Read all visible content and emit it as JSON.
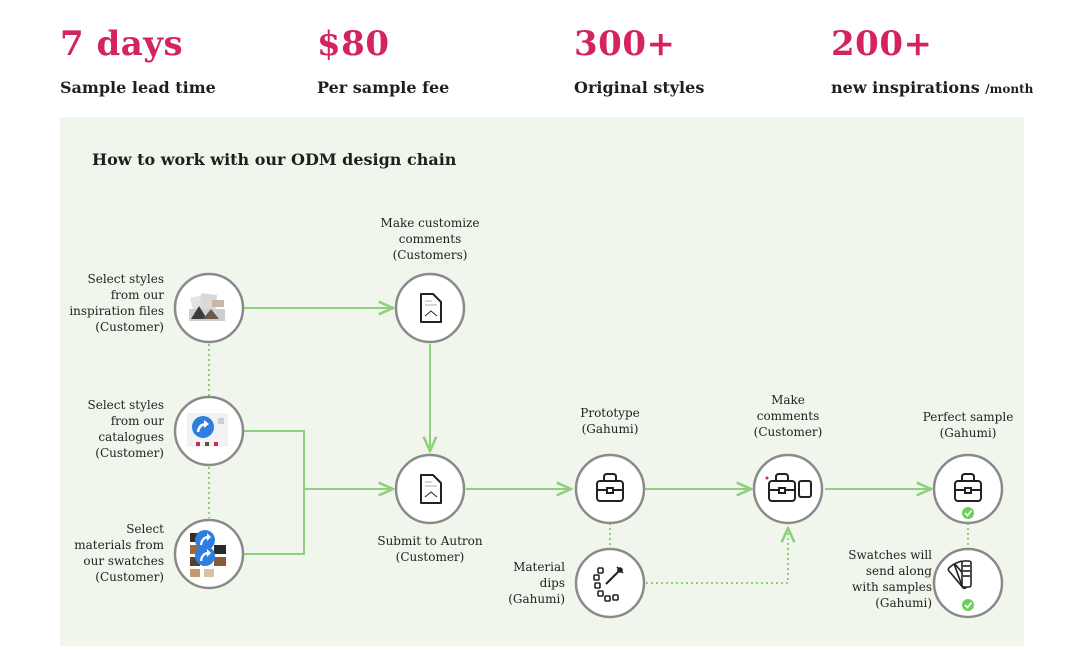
{
  "stats": [
    {
      "value": "7 days",
      "label": "Sample lead time",
      "suffix": ""
    },
    {
      "value": "$80",
      "label": "Per sample fee",
      "suffix": ""
    },
    {
      "value": "300+",
      "label": "Original styles",
      "suffix": ""
    },
    {
      "value": "200+",
      "label": "new inspirations",
      "suffix": "/month"
    }
  ],
  "panel": {
    "title": "How to work with our ODM design chain"
  },
  "steps": {
    "select_inspiration": "Select styles\nfrom our\ninspiration files\n(Customer)",
    "select_catalogue": "Select styles\nfrom our\ncatalogues\n(Customer)",
    "select_materials": "Select\nmaterials from\nour swatches\n(Customer)",
    "customize_comments": "Make customize\ncomments\n(Customers)",
    "submit": "Submit to Autron\n(Customer)",
    "prototype": "Prototype\n(Gahumi)",
    "material_dips": "Material\ndips\n(Gahumi)",
    "make_comments": "Make\ncomments\n(Customer)",
    "perfect_sample": "Perfect sample\n(Gahumi)",
    "swatches_send": "Swatches will\nsend along\nwith samples\n(Gahumi)"
  },
  "colors": {
    "accent": "#d3245c",
    "panel_bg": "#f1f6ec",
    "arrow": "#8fd07e",
    "node_border": "#8a8a8a",
    "check": "#6ccf5a",
    "share_blue": "#2f7de1"
  },
  "icons": {
    "inspiration": "inspiration-photos-icon",
    "catalogue": "catalogue-share-icon",
    "materials": "swatch-share-icon",
    "document": "document-icon",
    "bag": "handbag-icon",
    "bag_comments": "handbag-comment-icon",
    "dips": "color-dips-icon",
    "swatch_fan": "swatch-fan-icon",
    "check": "check-icon"
  }
}
